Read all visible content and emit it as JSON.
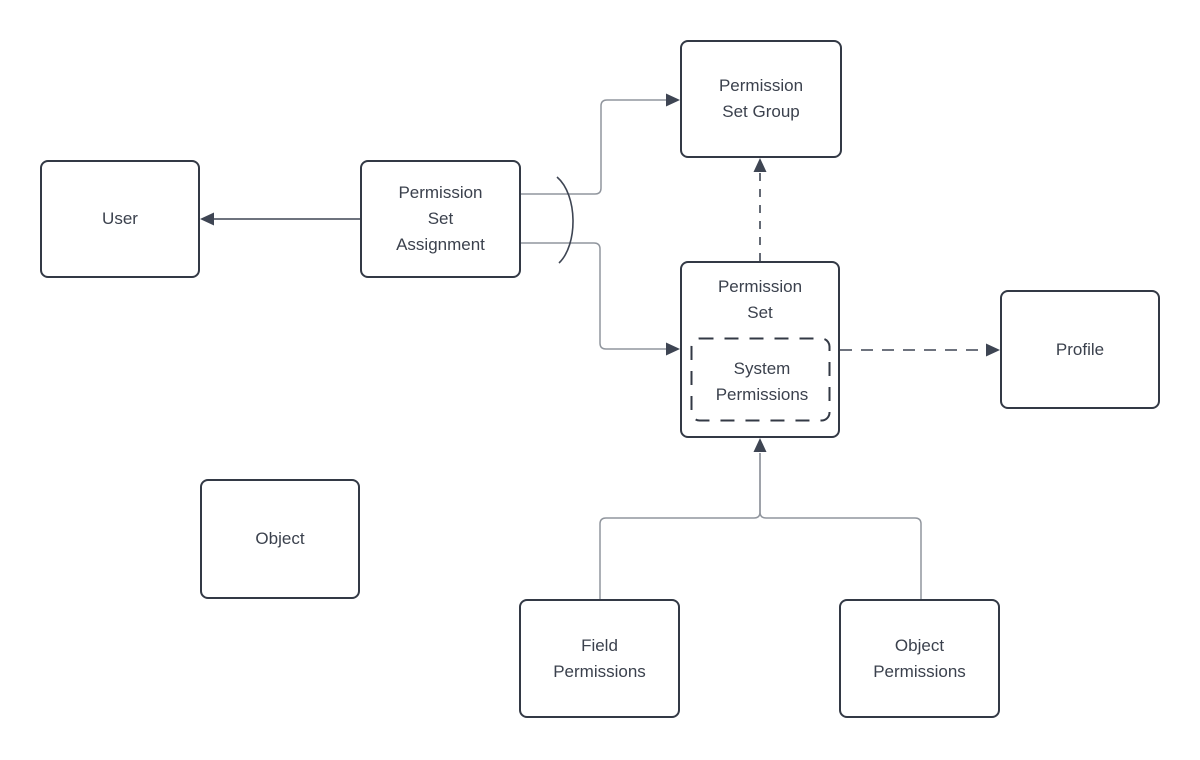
{
  "diagram": {
    "nodes": {
      "user": {
        "label": "User"
      },
      "permission_set_assignment": {
        "label": "Permission\nSet\nAssignment"
      },
      "permission_set_group": {
        "label": "Permission\nSet Group"
      },
      "permission_set": {
        "label": "Permission\nSet"
      },
      "system_permissions": {
        "label": "System\nPermissions"
      },
      "profile": {
        "label": "Profile"
      },
      "object": {
        "label": "Object"
      },
      "field_permissions": {
        "label": "Field\nPermissions"
      },
      "object_permissions": {
        "label": "Object\nPermissions"
      }
    },
    "edges": [
      {
        "from": "permission_set_assignment",
        "to": "user",
        "style": "solid",
        "arrow": "to"
      },
      {
        "from": "permission_set_assignment",
        "to": "permission_set_group",
        "style": "solid",
        "arrow": "to"
      },
      {
        "from": "permission_set_assignment",
        "to": "permission_set",
        "style": "solid",
        "arrow": "to"
      },
      {
        "from": "permission_set",
        "to": "permission_set_group",
        "style": "dashed",
        "arrow": "to"
      },
      {
        "from": "permission_set",
        "to": "profile",
        "style": "dashed",
        "arrow": "to"
      },
      {
        "from": "field_permissions",
        "to": "permission_set",
        "style": "solid",
        "arrow": "to"
      },
      {
        "from": "object_permissions",
        "to": "permission_set",
        "style": "solid",
        "arrow": "to"
      }
    ],
    "colors": {
      "background": "#ffffff",
      "node_border": "#333945",
      "text": "#3b414d",
      "edge_dark": "#3e4553",
      "edge_light": "#90959d"
    }
  }
}
